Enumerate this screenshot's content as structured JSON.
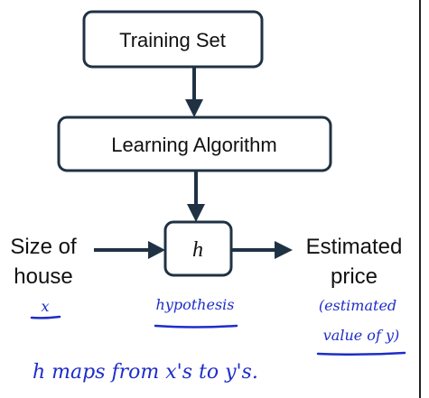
{
  "boxes": {
    "training_set": "Training Set",
    "learning_algorithm": "Learning Algorithm",
    "hypothesis": "h"
  },
  "input": {
    "line1": "Size of",
    "line2": "house"
  },
  "output": {
    "line1": "Estimated",
    "line2": "price"
  },
  "handwriting": {
    "x_label": "x",
    "hypothesis_label": "hypothesis",
    "estimated_line1": "(estimated",
    "estimated_line2": "value of y)",
    "maps_note": "h maps from x's to y's."
  },
  "colors": {
    "box_border": "#1f3244",
    "arrow": "#1f3244",
    "handwriting": "#1e2dc9"
  }
}
